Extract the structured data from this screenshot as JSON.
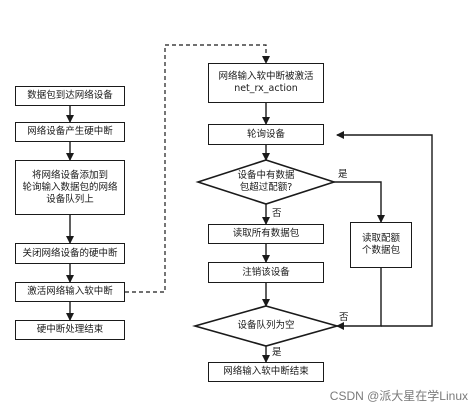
{
  "left_column": {
    "step1": "数据包到达网络设备",
    "step2": "网络设备产生硬中断",
    "step3": "将网络设备添加到\n轮询输入数据包的网络\n设备队列上",
    "step4": "关闭网络设备的硬中断",
    "step5": "激活网络输入软中断",
    "step6": "硬中断处理结束"
  },
  "right_column": {
    "start": "网络输入软中断被激活\nnet_rx_action",
    "poll": "轮询设备",
    "decision1": "设备中有数据\n包超过配额?",
    "read_all": "读取所有数据包",
    "unregister": "注销该设备",
    "decision2": "设备队列为空",
    "end": "网络输入软中断结束",
    "read_quota": "读取配额\n个数据包"
  },
  "edge_labels": {
    "d1_yes": "是",
    "d1_no": "否",
    "d2_no": "否",
    "d2_yes": "是"
  },
  "watermark": "CSDN @派大星在学Linux"
}
